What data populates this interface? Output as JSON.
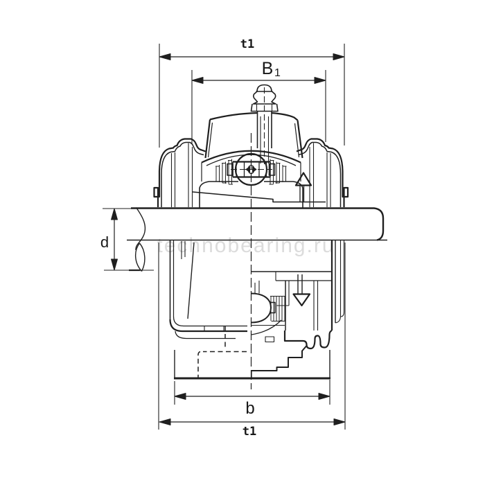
{
  "page": {
    "background": "#ffffff",
    "line_color": "#1f1f1f"
  },
  "watermark": {
    "text": "technobearing.ru",
    "color": "#dcdcdc"
  },
  "dimensions": {
    "overall_width_top": {
      "label": "t1"
    },
    "cap_width": {
      "base": "B",
      "sub": "1"
    },
    "shaft_diameter": {
      "label": "d"
    },
    "base_width": {
      "label": "b"
    },
    "overall_width_bottom": {
      "label": "t1"
    }
  }
}
